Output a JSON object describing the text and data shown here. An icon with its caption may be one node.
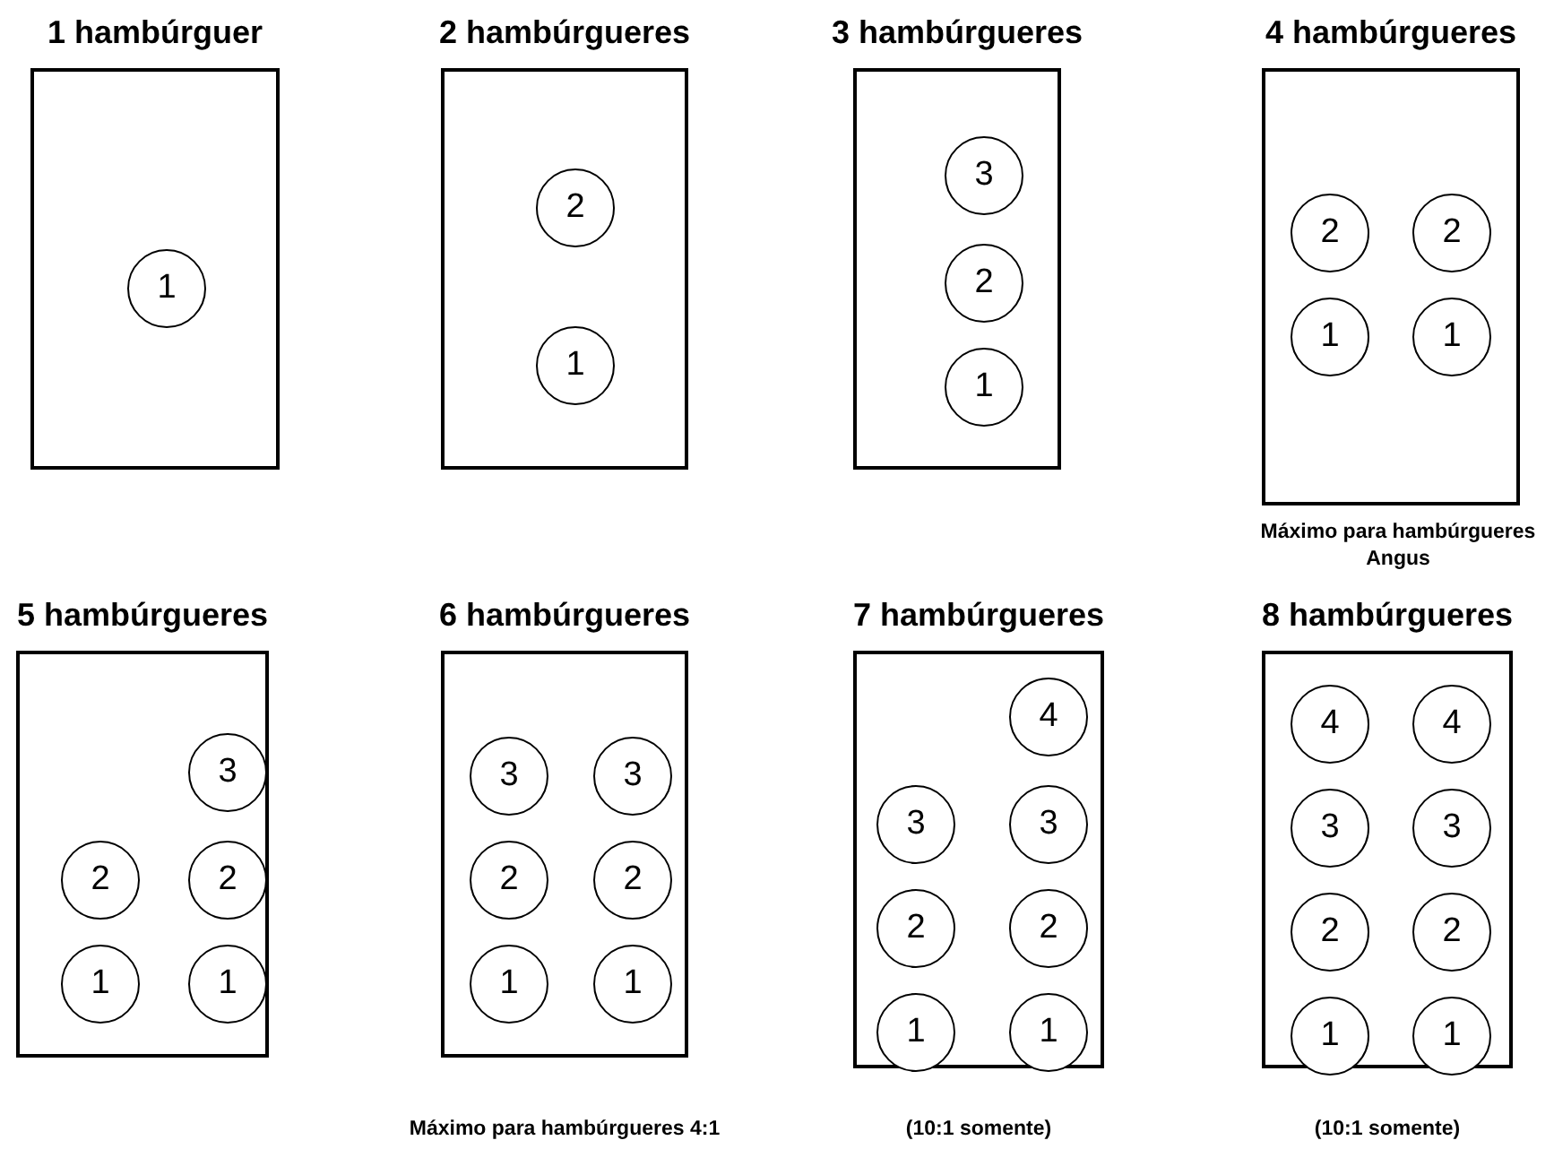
{
  "diagram": {
    "nodes": [
      {
        "text": [
          "1 hambúrguer"
        ]
      },
      {
        "text": [
          "1"
        ],
        "in": 0
      },
      {
        "text": [
          "2 hambúrgueres"
        ]
      },
      {
        "text": [
          "2"
        ],
        "in": 2
      },
      {
        "text": [
          "1"
        ],
        "in": 2
      },
      {
        "text": [
          "3 hambúrgueres"
        ]
      },
      {
        "text": [
          "3"
        ],
        "in": 5
      },
      {
        "text": [
          "2"
        ],
        "in": 5
      },
      {
        "text": [
          "1"
        ],
        "in": 5
      },
      {
        "text": [
          "4 hambúrgueres"
        ],
        "beside": [
          "Máximo para hambúrgueres Angus"
        ]
      },
      {
        "text": [
          "2"
        ],
        "in": 9
      },
      {
        "text": [
          "2"
        ],
        "in": 9
      },
      {
        "text": [
          "1"
        ],
        "in": 9
      },
      {
        "text": [
          "1"
        ],
        "in": 9
      },
      {
        "text": [
          "5 hambúrgueres"
        ]
      },
      {
        "text": [
          "3"
        ],
        "in": 14
      },
      {
        "text": [
          "2"
        ],
        "in": 14
      },
      {
        "text": [
          "2"
        ],
        "in": 14
      },
      {
        "text": [
          "1"
        ],
        "in": 14
      },
      {
        "text": [
          "1"
        ],
        "in": 14
      },
      {
        "text": [
          "6 hambúrgueres"
        ],
        "beside": [
          "Máximo para hambúrgueres 4:1"
        ]
      },
      {
        "text": [
          "3"
        ],
        "in": 20
      },
      {
        "text": [
          "3"
        ],
        "in": 20
      },
      {
        "text": [
          "2"
        ],
        "in": 20
      },
      {
        "text": [
          "2"
        ],
        "in": 20
      },
      {
        "text": [
          "1"
        ],
        "in": 20
      },
      {
        "text": [
          "1"
        ],
        "in": 20
      },
      {
        "text": [
          "7 hambúrgueres"
        ],
        "beside": [
          "(10:1 somente)"
        ]
      },
      {
        "text": [
          "4"
        ],
        "in": 27
      },
      {
        "text": [
          "3"
        ],
        "in": 27
      },
      {
        "text": [
          "3"
        ],
        "in": 27
      },
      {
        "text": [
          "2"
        ],
        "in": 27
      },
      {
        "text": [
          "2"
        ],
        "in": 27
      },
      {
        "text": [
          "1"
        ],
        "in": 27
      },
      {
        "text": [
          "1"
        ],
        "in": 27
      },
      {
        "text": [
          "8 hambúrgueres"
        ],
        "beside": [
          "(10:1 somente)"
        ]
      },
      {
        "text": [
          "4"
        ],
        "in": 35
      },
      {
        "text": [
          "4"
        ],
        "in": 35
      },
      {
        "text": [
          "3"
        ],
        "in": 35
      },
      {
        "text": [
          "3"
        ],
        "in": 35
      },
      {
        "text": [
          "2"
        ],
        "in": 35
      },
      {
        "text": [
          "2"
        ],
        "in": 35
      },
      {
        "text": [
          "1"
        ],
        "in": 35
      },
      {
        "text": [
          "1"
        ],
        "in": 35
      }
    ]
  }
}
